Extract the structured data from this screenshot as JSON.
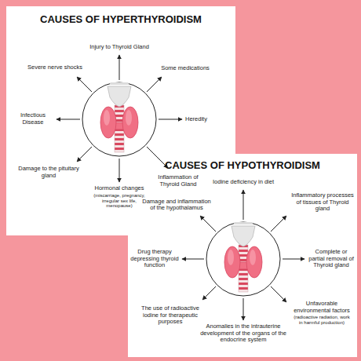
{
  "diagram": {
    "nodes": [
      {
        "text": [
          "CAUSES OF HYPERTHYROIDISM"
        ]
      },
      {
        "text": [
          "CAUSES OF HYPOTHYROIDISM"
        ]
      }
    ],
    "labels": [
      "Injury to Thyroid Gland",
      "Some medications",
      "Heredity",
      "Inflammation of Thyroid Gland",
      "Hormonal changes",
      "(miscarriage, pregnancy, irregular sex life, menopause)",
      "Damage to the pituitary gland",
      "Infectious Disease",
      "Severe nerve shocks",
      "Iodine deficiency in diet",
      "Inflammatory processes of tissues of Thyroid gland",
      "Complete or partial removal of Thyroid gland",
      "Unfavorable environmental factors",
      "(radioactive radiation, work in harmful production)",
      "Anomalies in the intrauterine development of the organs of the endocrine system",
      "The use of radioactive iodine for therapeutic purposes",
      "Drug therapy depressing thyroid function",
      "Damage and inflammation of the hypothalamus"
    ]
  }
}
